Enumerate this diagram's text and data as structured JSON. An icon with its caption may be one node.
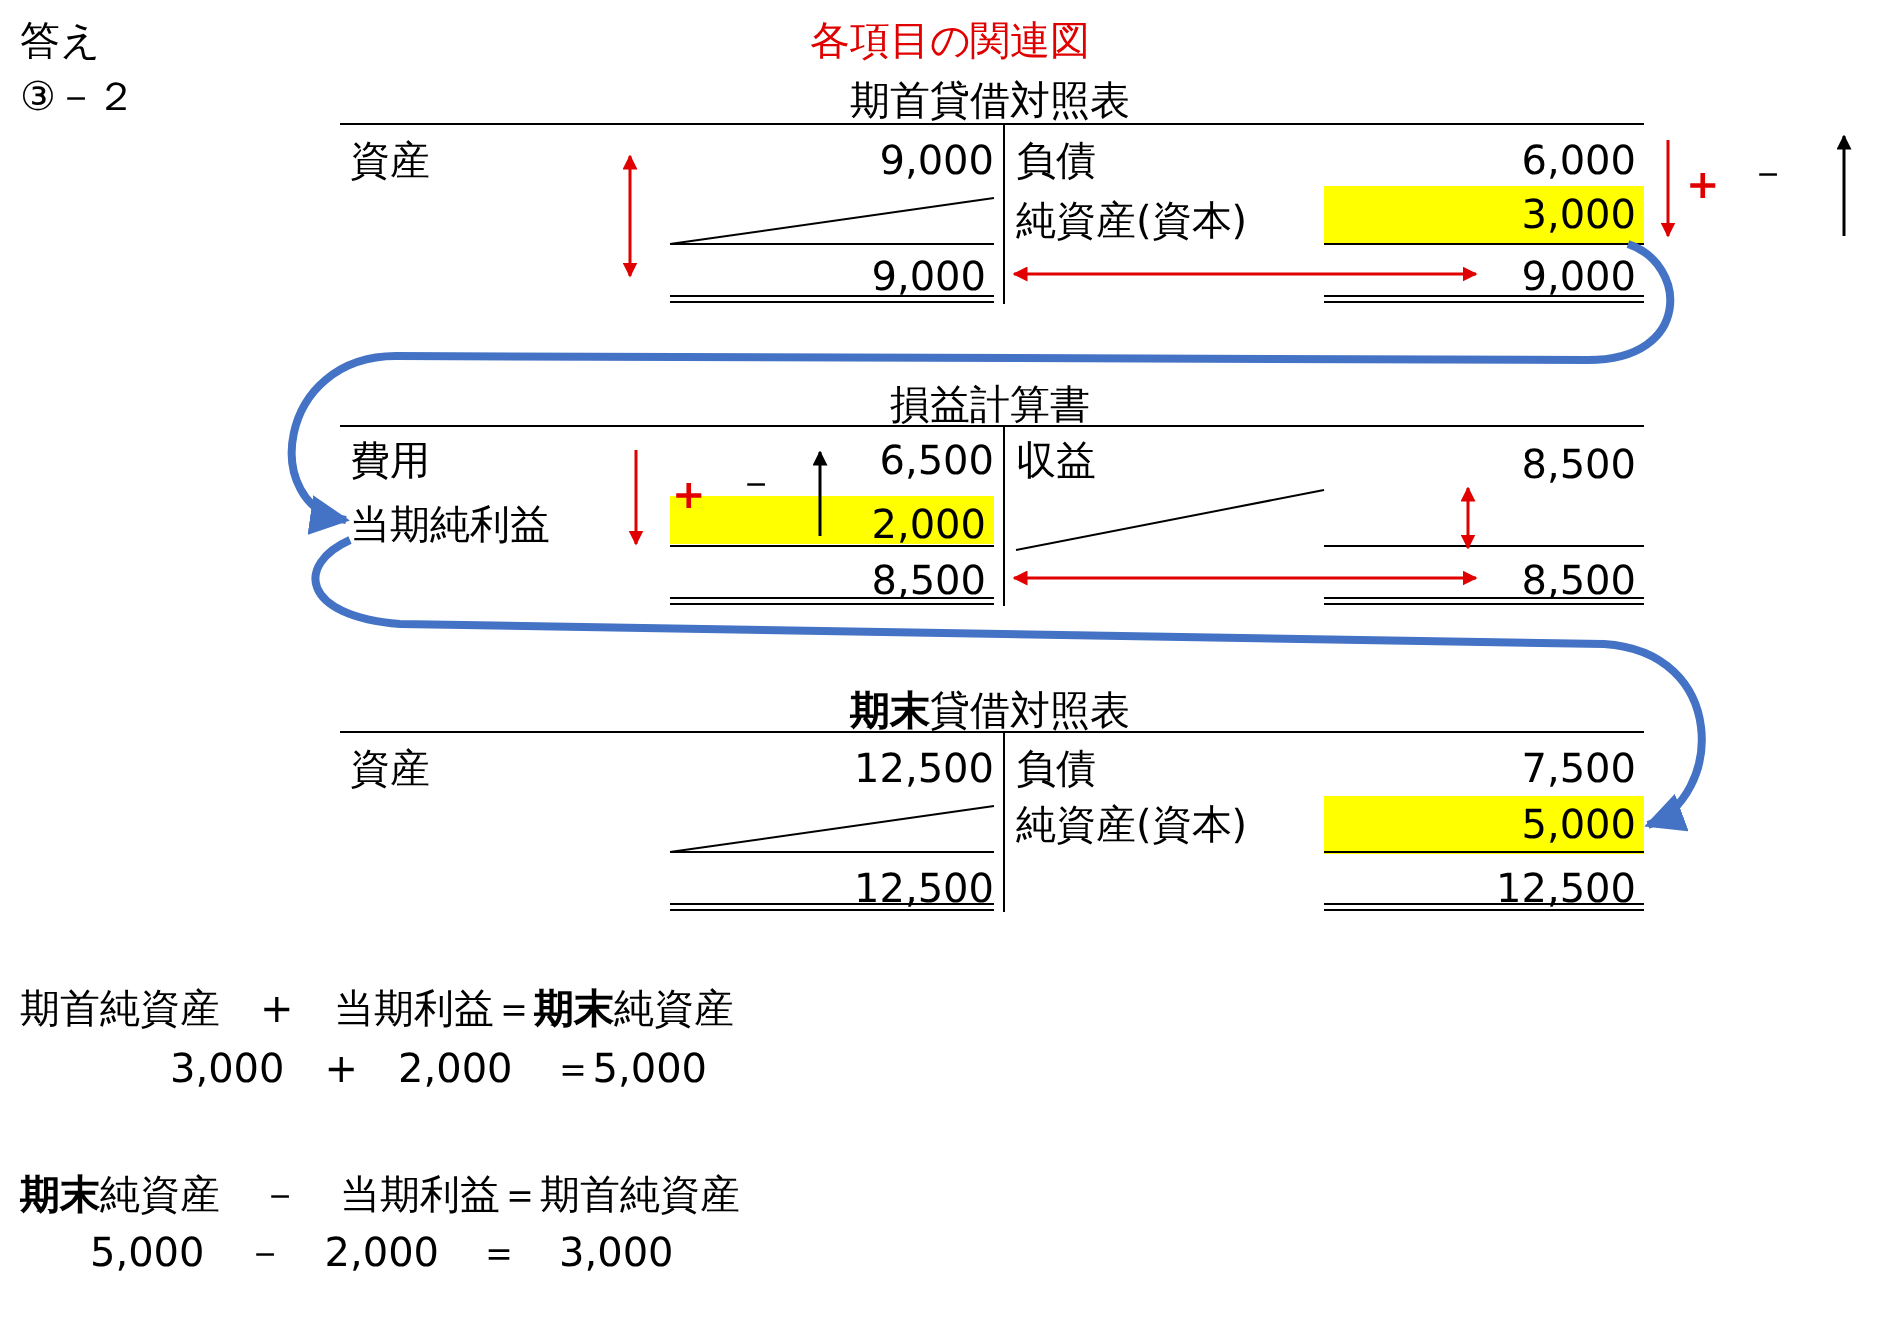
{
  "diagram": {
    "title": "各項目の関連図",
    "nodes": [
      {
        "text": [
          "3,000"
        ]
      },
      {
        "text": [
          "9,000"
        ]
      },
      {
        "text": [
          "9,000"
        ]
      },
      {
        "text": [
          "8,500"
        ]
      },
      {
        "text": [
          "当期純利益"
        ]
      },
      {
        "text": [
          "2,000"
        ]
      },
      {
        "text": [
          "8,500"
        ]
      },
      {
        "text": [
          "8,500"
        ]
      },
      {
        "text": [
          "5,000"
        ]
      }
    ],
    "edges": [
      {
        "from": 1,
        "to": 2,
        "arrow": "both"
      },
      {
        "from": 0,
        "to": 4,
        "arrow": "to",
        "style": "thick",
        "color": "#4472c4"
      },
      {
        "from": 3,
        "to": 7,
        "arrow": "both"
      },
      {
        "from": 6,
        "to": 7,
        "arrow": "both"
      },
      {
        "from": 4,
        "to": 8,
        "arrow": "to",
        "style": "thick",
        "color": "#4472c4"
      }
    ],
    "labels": [
      "答え",
      "③－２",
      "期首貸借対照表",
      "資産",
      "9,000",
      "負債",
      "6,000",
      "+",
      "－",
      "純資産(資本)",
      "損益計算書",
      "費用",
      "6,500",
      "収益",
      "+",
      "－",
      "**期末**貸借対照表",
      "資産",
      "12,500",
      "負債",
      "7,500",
      "純資産(資本)",
      "12,500",
      "12,500",
      "期首純資産　+　当期利益＝**期末**純資産",
      "3,000　+　2,000　＝5,000",
      "**期末**純資産　－　当期利益＝期首純資産",
      "5,000　－　2,000　＝　3,000"
    ]
  }
}
